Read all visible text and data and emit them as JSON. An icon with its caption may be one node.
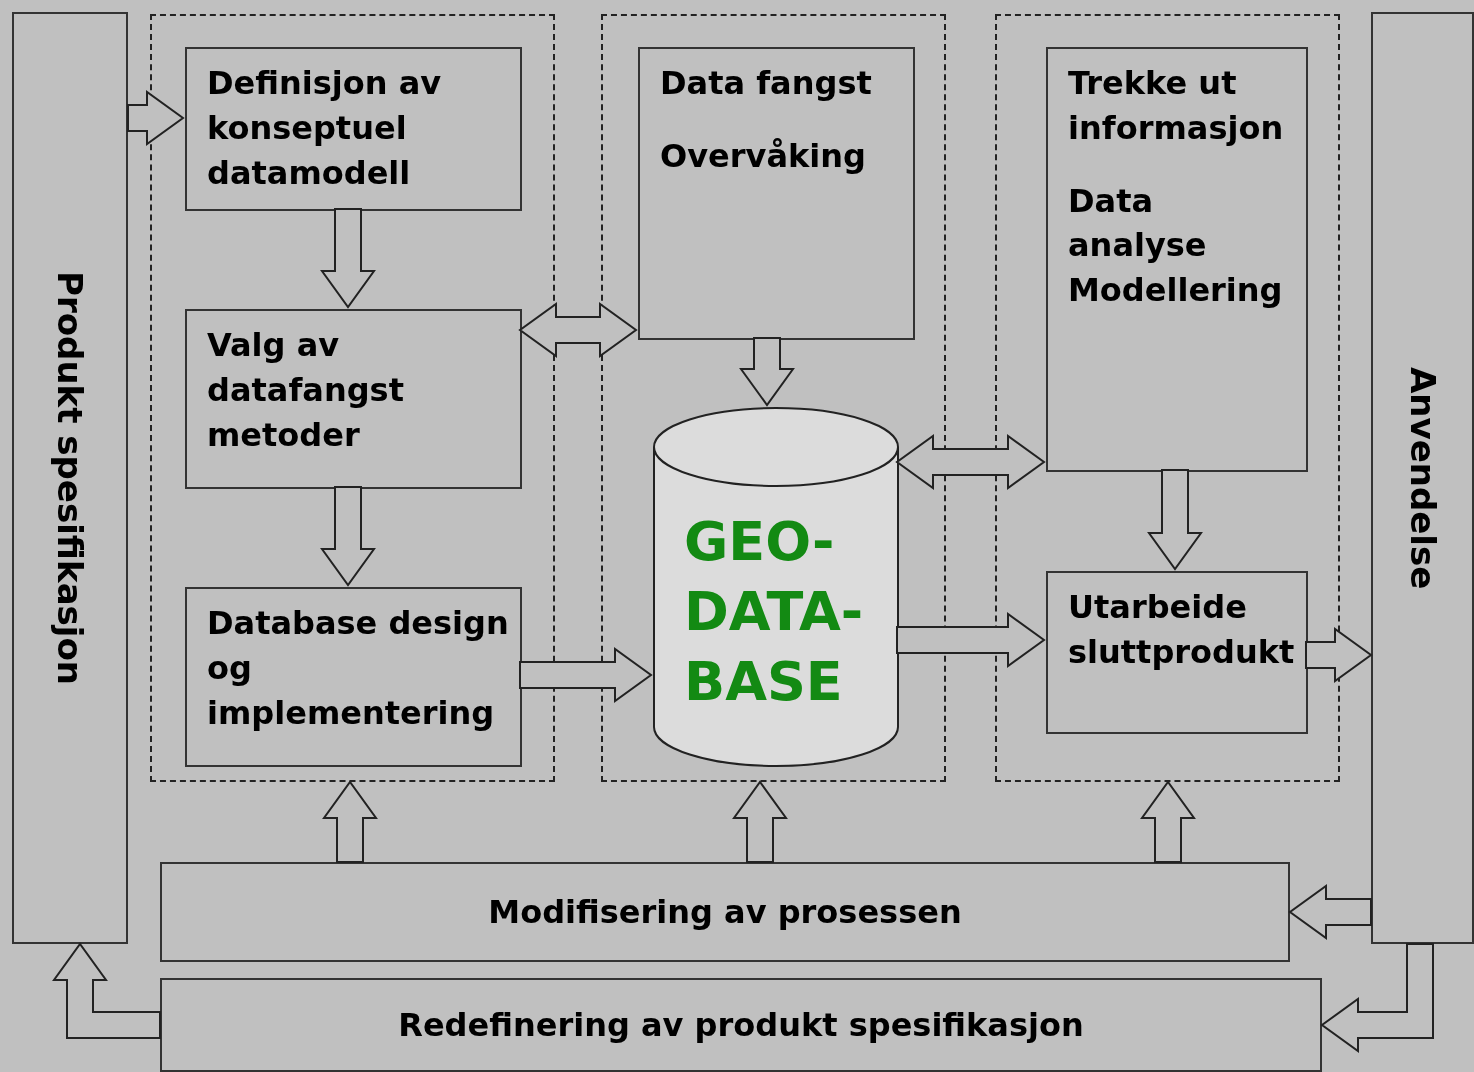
{
  "diagram": {
    "nodes": [
      {
        "text": [
          "Produkt spesifikasjon"
        ]
      },
      {
        "text": [],
        "shape": "box"
      },
      {
        "text": [
          "Definisjon av konseptuel datamodell"
        ],
        "in": 1
      },
      {
        "text": [
          "Valg av datafangst metoder"
        ],
        "in": 1
      },
      {
        "text": [
          "Database design og implementering"
        ],
        "in": 1
      },
      {
        "text": [],
        "shape": "box"
      },
      {
        "text": [
          "Data fangst",
          "Overvåking"
        ],
        "in": 5
      },
      {
        "text": [
          "GEO-DATA-BASE"
        ],
        "in": 5
      },
      {
        "text": [],
        "shape": "box"
      },
      {
        "text": [
          "Trekke ut informasjon",
          "Data analyse Modellering"
        ],
        "in": 8
      },
      {
        "text": [
          "Utarbeide sluttprodukt"
        ],
        "in": 8
      },
      {
        "text": [
          "Anvendelse"
        ]
      },
      {
        "text": [
          "Modifisering av prosessen"
        ]
      },
      {
        "text": [
          "Redefinering av produkt spesifikasjon"
        ]
      }
    ],
    "edges": [
      {
        "from": 0,
        "to": 2,
        "arrow": "to"
      },
      {
        "from": 2,
        "to": 3,
        "arrow": "to"
      },
      {
        "from": 3,
        "to": 4,
        "arrow": "to"
      },
      {
        "from": 3,
        "to": 6,
        "arrow": "both"
      },
      {
        "from": 4,
        "to": 7,
        "arrow": "to"
      },
      {
        "from": 6,
        "to": 7,
        "arrow": "to"
      },
      {
        "from": 7,
        "to": 9,
        "arrow": "both"
      },
      {
        "from": 7,
        "to": 10,
        "arrow": "to"
      },
      {
        "from": 9,
        "to": 10,
        "arrow": "to"
      },
      {
        "from": 10,
        "to": 11,
        "arrow": "to"
      },
      {
        "from": 12,
        "to": 1,
        "arrow": "to"
      },
      {
        "from": 12,
        "to": 5,
        "arrow": "to"
      },
      {
        "from": 12,
        "to": 8,
        "arrow": "to"
      },
      {
        "from": 11,
        "to": 12,
        "arrow": "to"
      },
      {
        "from": 11,
        "to": 13,
        "arrow": "to"
      },
      {
        "from": 13,
        "to": 0,
        "arrow": "to"
      }
    ]
  }
}
